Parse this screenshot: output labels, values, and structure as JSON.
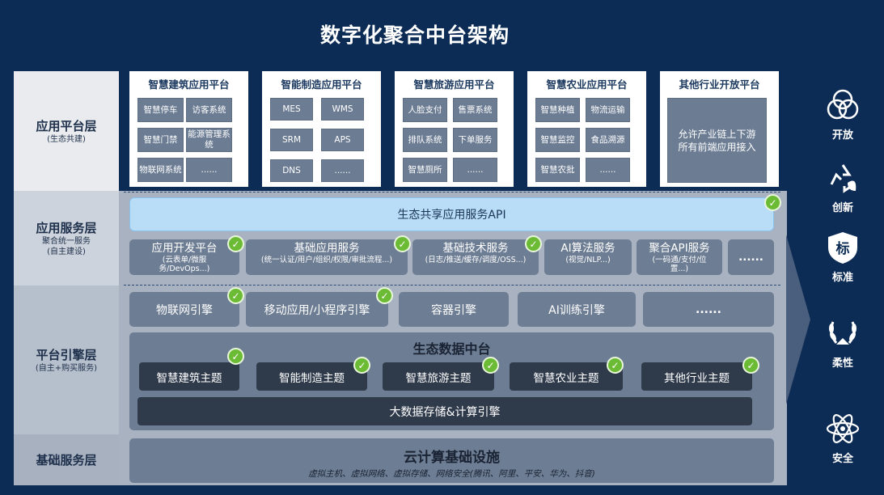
{
  "title": "数字化聚合中台架构",
  "layers": [
    {
      "name": "应用平台层",
      "sub": "(生态共建)"
    },
    {
      "name": "应用服务层",
      "sub1": "聚合统一服务",
      "sub2": "(自主建设)"
    },
    {
      "name": "平台引擎层",
      "sub": "(自主+购买服务)"
    },
    {
      "name": "基础服务层"
    }
  ],
  "platforms": [
    {
      "title": "智慧建筑应用平台",
      "items": [
        "智慧停车",
        "访客系统",
        "智慧门禁",
        "能源管理系统",
        "物联网系统",
        "......"
      ]
    },
    {
      "title": "智能制造应用平台",
      "items": [
        "MES",
        "WMS",
        "SRM",
        "APS",
        "DNS",
        "......"
      ]
    },
    {
      "title": "智慧旅游应用平台",
      "items": [
        "人脸支付",
        "售票系统",
        "排队系统",
        "下单服务",
        "智慧厕所",
        "......"
      ]
    },
    {
      "title": "智慧农业应用平台",
      "items": [
        "智慧种植",
        "物流运输",
        "智慧监控",
        "食品溯源",
        "智慧农批",
        "......"
      ]
    },
    {
      "title": "其他行业开放平台",
      "desc": "允许产业链上下游所有前端应用接入"
    }
  ],
  "api_bar": "生态共享应用服务API",
  "services": [
    {
      "name": "应用开发平台",
      "desc": "(云表单/微服务/DevOps...)"
    },
    {
      "name": "基础应用服务",
      "desc": "(统一认证/用户/组织/权限/审批流程...)"
    },
    {
      "name": "基础技术服务",
      "desc": "(日志/推送/缓存/调度/OSS...)"
    },
    {
      "name": "AI算法服务",
      "desc": "(视觉/NLP...)"
    },
    {
      "name": "聚合API服务",
      "desc": "(一码通/支付/位置...)"
    },
    {
      "name": "......"
    }
  ],
  "engines": [
    "物联网引擎",
    "移动应用/小程序引擎",
    "容器引擎",
    "AI训练引擎",
    "......"
  ],
  "data_center": {
    "title": "生态数据中台",
    "themes": [
      "智慧建筑主题",
      "智能制造主题",
      "智慧旅游主题",
      "智慧农业主题",
      "其他行业主题"
    ],
    "bottom": "大数据存储&计算引擎"
  },
  "cloud": {
    "title": "云计算基础设施",
    "desc": "虚拟主机、虚拟网络、虚拟存储、网络安全(腾讯、阿里、平安、华为、抖音)"
  },
  "side": [
    {
      "label": "开放",
      "icon": "venn-circles-icon"
    },
    {
      "label": "创新",
      "icon": "recycle-leaf-icon"
    },
    {
      "label": "标准",
      "icon": "standard-shield-icon"
    },
    {
      "label": "柔性",
      "icon": "laurel-wreath-icon"
    },
    {
      "label": "安全",
      "icon": "atom-icon"
    }
  ],
  "colors": {
    "background": "#0c2c55",
    "panel": "#a8b2c1",
    "box": "#6d7d93",
    "check": "#6cbb35",
    "api": "#b9dcf7"
  }
}
